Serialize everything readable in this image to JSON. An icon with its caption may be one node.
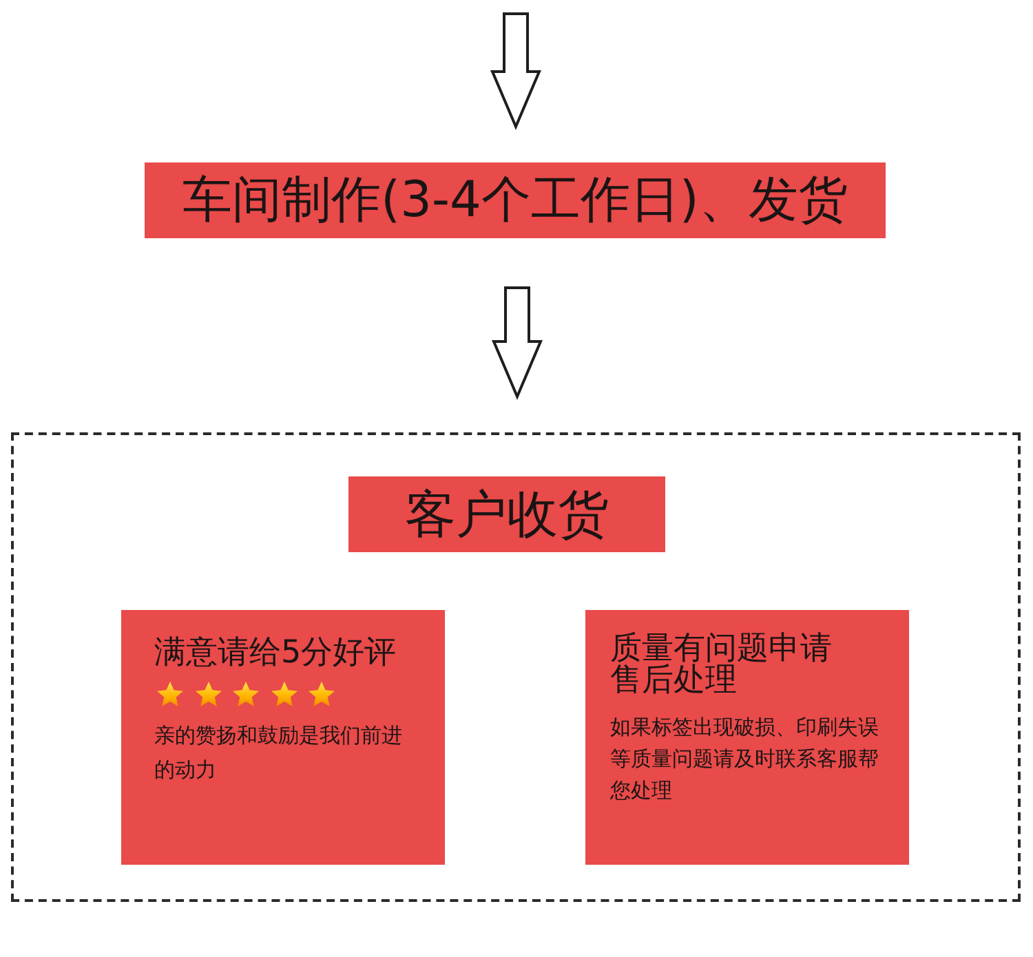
{
  "diagram": {
    "nodes": [
      {
        "text": [
          "车间制作(3-4个工作日)、发货"
        ]
      },
      {
        "text": [],
        "shape": "box"
      },
      {
        "text": [
          "客户收货"
        ],
        "in": 1
      },
      {
        "text": [
          "满意请给5分好评",
          "亲的赞扬和鼓励是我们前进的动力"
        ],
        "in": 1
      },
      {
        "text": [
          "质量有问题申请售后处理",
          "如果标签出现破损、印刷失误等质量问题请及时联系客服帮您处理"
        ],
        "in": 1
      }
    ],
    "edges": [
      {
        "from": null,
        "to": 0,
        "arrow": "to"
      },
      {
        "from": 0,
        "to": 1,
        "arrow": "to"
      }
    ]
  }
}
